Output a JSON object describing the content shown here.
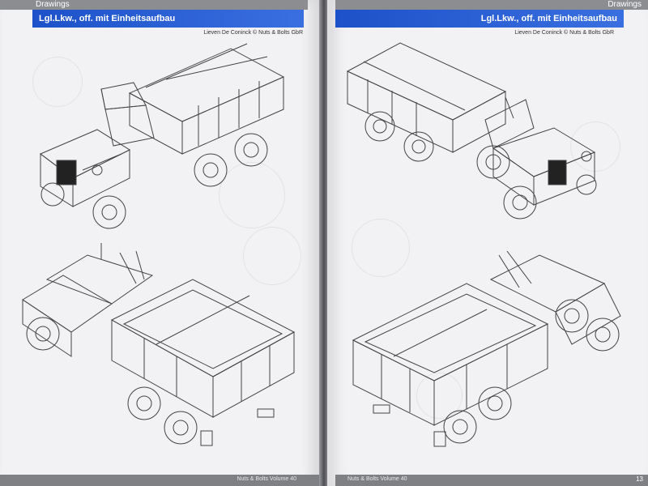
{
  "left_page": {
    "section": "Drawings",
    "title": "Lgl.Lkw., off. mit Einheitsaufbau",
    "credit": "Lieven De Coninck © Nuts & Bolts GbR",
    "footer": "Nuts & Bolts Volume 40",
    "page_number": ""
  },
  "right_page": {
    "section": "Drawings",
    "title": "Lgl.Lkw., off. mit Einheitsaufbau",
    "credit": "Lieven De Coninck © Nuts & Bolts GbR",
    "footer": "Nuts & Bolts Volume 40",
    "page_number": "13"
  },
  "drawings": [
    {
      "id": "left-top",
      "view": "front-left three-quarter"
    },
    {
      "id": "left-bottom",
      "view": "rear-right three-quarter"
    },
    {
      "id": "right-top",
      "view": "front-right three-quarter"
    },
    {
      "id": "right-bottom",
      "view": "rear-left three-quarter"
    }
  ]
}
